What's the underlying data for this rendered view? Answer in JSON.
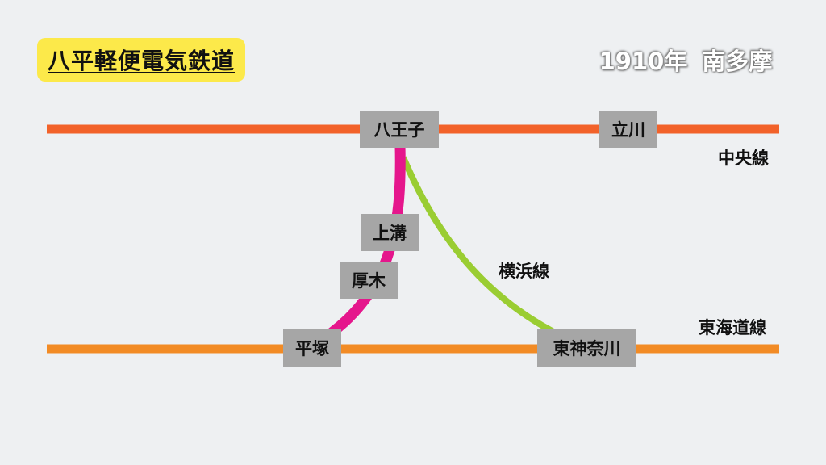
{
  "title": "八平軽便電気鉄道",
  "era": {
    "year": "1910年",
    "region": "南多摩"
  },
  "colors": {
    "background": "#eef0f2",
    "title_badge": "#fce94a",
    "chuo_line": "#f2622a",
    "tokaido_line": "#f28b25",
    "yokohama_line": "#9acd32",
    "hachihira_line": "#e5168c",
    "station_box": "#a6a6a6"
  },
  "lines": {
    "chuo": "中央線",
    "tokaido": "東海道線",
    "yokohama": "横浜線"
  },
  "stations": {
    "hachioji": "八王子",
    "tachikawa": "立川",
    "kamimizo": "上溝",
    "atsugi": "厚木",
    "hiratsuka": "平塚",
    "higashikanagawa": "東神奈川"
  }
}
